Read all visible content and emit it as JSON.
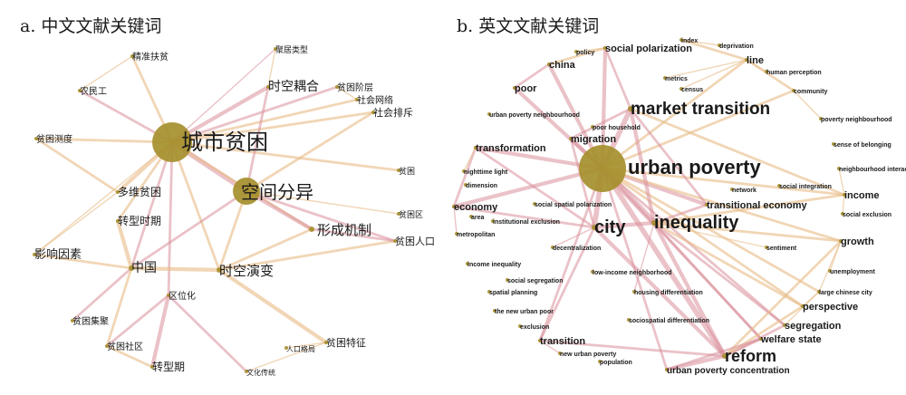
{
  "panels": [
    {
      "id": "zh",
      "title": "a. 中文文献关键词",
      "color_warm": "#e7ba86",
      "color_pink": "#d9909a",
      "node_color": "#a58f2c",
      "nodes": [
        {
          "id": "城市贫困",
          "r": 22,
          "fs": 24
        },
        {
          "id": "空间分异",
          "r": 15,
          "fs": 20
        },
        {
          "id": "形成机制",
          "r": 3,
          "fs": 15
        },
        {
          "id": "时空演变",
          "r": 3,
          "fs": 15
        },
        {
          "id": "多维贫困",
          "r": 2,
          "fs": 12
        },
        {
          "id": "转型时期",
          "r": 2,
          "fs": 12
        },
        {
          "id": "影响因素",
          "r": 2,
          "fs": 13
        },
        {
          "id": "中国",
          "r": 3,
          "fs": 14
        },
        {
          "id": "时空耦合",
          "r": 2,
          "fs": 14
        },
        {
          "id": "社会排斥",
          "r": 2,
          "fs": 11
        },
        {
          "id": "社会网络",
          "r": 2,
          "fs": 10
        },
        {
          "id": "贫困阶层",
          "r": 2,
          "fs": 10
        },
        {
          "id": "贫困人口",
          "r": 2,
          "fs": 11
        },
        {
          "id": "贫困特征",
          "r": 2,
          "fs": 11
        },
        {
          "id": "转型期",
          "r": 2,
          "fs": 12
        },
        {
          "id": "贫困社区",
          "r": 2,
          "fs": 10
        },
        {
          "id": "贫困集聚",
          "r": 2,
          "fs": 10
        },
        {
          "id": "区位化",
          "r": 2,
          "fs": 10
        },
        {
          "id": "农民工",
          "r": 2,
          "fs": 10
        },
        {
          "id": "贫困测度",
          "r": 2,
          "fs": 10
        },
        {
          "id": "精准扶贫",
          "r": 2,
          "fs": 10
        },
        {
          "id": "聚居类型",
          "r": 2,
          "fs": 9
        },
        {
          "id": "贫困区",
          "r": 2,
          "fs": 9
        },
        {
          "id": "人口格局",
          "r": 2,
          "fs": 8
        },
        {
          "id": "文化传统",
          "r": 2,
          "fs": 8
        },
        {
          "id": "贫困",
          "r": 2,
          "fs": 9
        }
      ],
      "edges": [
        [
          "城市贫困",
          "空间分异",
          "p",
          4
        ],
        [
          "城市贫困",
          "形成机制",
          "w",
          2
        ],
        [
          "城市贫困",
          "时空演变",
          "w",
          2
        ],
        [
          "城市贫困",
          "多维贫困",
          "w",
          3
        ],
        [
          "城市贫困",
          "转型时期",
          "w",
          2
        ],
        [
          "城市贫困",
          "中国",
          "p",
          2
        ],
        [
          "城市贫困",
          "时空耦合",
          "p",
          3
        ],
        [
          "城市贫困",
          "社会排斥",
          "w",
          2
        ],
        [
          "城市贫困",
          "社会网络",
          "w",
          2
        ],
        [
          "城市贫困",
          "贫困阶层",
          "p",
          2
        ],
        [
          "城市贫困",
          "农民工",
          "p",
          2
        ],
        [
          "城市贫困",
          "精准扶贫",
          "w",
          2
        ],
        [
          "城市贫困",
          "区位化",
          "p",
          2
        ],
        [
          "城市贫困",
          "影响因素",
          "w",
          1
        ],
        [
          "城市贫困",
          "贫困",
          "w",
          2
        ],
        [
          "城市贫困",
          "贫困测度",
          "w",
          2
        ],
        [
          "城市贫困",
          "聚居类型",
          "p",
          1
        ],
        [
          "空间分异",
          "形成机制",
          "p",
          3
        ],
        [
          "空间分异",
          "时空演变",
          "w",
          2
        ],
        [
          "空间分异",
          "中国",
          "p",
          2
        ],
        [
          "空间分异",
          "贫困人口",
          "p",
          2
        ],
        [
          "空间分异",
          "社会排斥",
          "w",
          2
        ],
        [
          "空间分异",
          "贫困区",
          "w",
          1
        ],
        [
          "空间分异",
          "时空耦合",
          "p",
          2
        ],
        [
          "时空演变",
          "贫困特征",
          "w",
          3
        ],
        [
          "时空演变",
          "中国",
          "w",
          3
        ],
        [
          "时空演变",
          "贫困人口",
          "w",
          2
        ],
        [
          "形成机制",
          "贫困人口",
          "p",
          2
        ],
        [
          "形成机制",
          "时空演变",
          "w",
          2
        ],
        [
          "中国",
          "转型时期",
          "w",
          3
        ],
        [
          "中国",
          "贫困集聚",
          "p",
          2
        ],
        [
          "中国",
          "贫困社区",
          "w",
          2
        ],
        [
          "中国",
          "影响因素",
          "w",
          2
        ],
        [
          "区位化",
          "转型期",
          "p",
          3
        ],
        [
          "区位化",
          "贫困社区",
          "p",
          2
        ],
        [
          "区位化",
          "文化传统",
          "p",
          2
        ],
        [
          "转型期",
          "贫困社区",
          "w",
          2
        ],
        [
          "多维贫困",
          "贫困测度",
          "w",
          2
        ],
        [
          "多维贫困",
          "影响因素",
          "w",
          1
        ],
        [
          "贫困特征",
          "人口格局",
          "w",
          1
        ],
        [
          "贫困特征",
          "文化传统",
          "w",
          1
        ],
        [
          "精准扶贫",
          "农民工",
          "w",
          1
        ],
        [
          "社会网络",
          "贫困阶层",
          "w",
          1
        ],
        [
          "时空耦合",
          "聚居类型",
          "w",
          1
        ]
      ]
    },
    {
      "id": "en",
      "title": "b. 英文文献关键词",
      "color_warm": "#e7ba86",
      "color_pink": "#d9909a",
      "node_color": "#a58f2c",
      "nodes": [
        {
          "id": "urban poverty",
          "r": 26,
          "fs": 22
        },
        {
          "id": "inequality",
          "r": 3,
          "fs": 20
        },
        {
          "id": "market transition",
          "r": 3,
          "fs": 19
        },
        {
          "id": "city",
          "r": 3,
          "fs": 20
        },
        {
          "id": "reform",
          "r": 3,
          "fs": 18
        },
        {
          "id": "transitional economy",
          "r": 2,
          "fs": 11
        },
        {
          "id": "social polarization",
          "r": 2,
          "fs": 11
        },
        {
          "id": "china",
          "r": 2,
          "fs": 11
        },
        {
          "id": "poor",
          "r": 2,
          "fs": 11
        },
        {
          "id": "migration",
          "r": 2,
          "fs": 11
        },
        {
          "id": "transformation",
          "r": 2,
          "fs": 11
        },
        {
          "id": "economy",
          "r": 2,
          "fs": 11
        },
        {
          "id": "line",
          "r": 2,
          "fs": 11
        },
        {
          "id": "income",
          "r": 2,
          "fs": 11
        },
        {
          "id": "growth",
          "r": 2,
          "fs": 11
        },
        {
          "id": "perspective",
          "r": 2,
          "fs": 11
        },
        {
          "id": "segregation",
          "r": 2,
          "fs": 11
        },
        {
          "id": "welfare state",
          "r": 2,
          "fs": 11
        },
        {
          "id": "urban poverty concentration",
          "r": 2,
          "fs": 10
        },
        {
          "id": "transition",
          "r": 2,
          "fs": 11
        },
        {
          "id": "low-income neighborhood",
          "r": 2,
          "fs": 7
        },
        {
          "id": "housing differentiation",
          "r": 2,
          "fs": 7
        },
        {
          "id": "sociospatial differentiation",
          "r": 2,
          "fs": 7
        },
        {
          "id": "decentralization",
          "r": 2,
          "fs": 7
        },
        {
          "id": "income inequality",
          "r": 2,
          "fs": 7
        },
        {
          "id": "social segregation",
          "r": 2,
          "fs": 7
        },
        {
          "id": "spatial planning",
          "r": 2,
          "fs": 7
        },
        {
          "id": "the new urban poor",
          "r": 2,
          "fs": 7
        },
        {
          "id": "exclusion",
          "r": 2,
          "fs": 7
        },
        {
          "id": "new urban poverty",
          "r": 2,
          "fs": 7
        },
        {
          "id": "population",
          "r": 2,
          "fs": 7
        },
        {
          "id": "policy",
          "r": 2,
          "fs": 7
        },
        {
          "id": "index",
          "r": 2,
          "fs": 7
        },
        {
          "id": "deprivation",
          "r": 2,
          "fs": 7
        },
        {
          "id": "metrics",
          "r": 2,
          "fs": 7
        },
        {
          "id": "census",
          "r": 2,
          "fs": 7
        },
        {
          "id": "human perception",
          "r": 2,
          "fs": 7
        },
        {
          "id": "community",
          "r": 2,
          "fs": 7
        },
        {
          "id": "poverty neighbourhood",
          "r": 2,
          "fs": 7
        },
        {
          "id": "sense of belonging",
          "r": 2,
          "fs": 7
        },
        {
          "id": "neighbourhood interaction",
          "r": 2,
          "fs": 7
        },
        {
          "id": "social integration",
          "r": 2,
          "fs": 7
        },
        {
          "id": "social exclusion",
          "r": 2,
          "fs": 7
        },
        {
          "id": "network",
          "r": 2,
          "fs": 7
        },
        {
          "id": "sentiment",
          "r": 2,
          "fs": 7
        },
        {
          "id": "unemployment",
          "r": 2,
          "fs": 7
        },
        {
          "id": "large chinese city",
          "r": 2,
          "fs": 7
        },
        {
          "id": "urban poverty neighbourhood",
          "r": 2,
          "fs": 7
        },
        {
          "id": "poor household",
          "r": 2,
          "fs": 7
        },
        {
          "id": "nighttime light",
          "r": 2,
          "fs": 7
        },
        {
          "id": "dimension",
          "r": 2,
          "fs": 7
        },
        {
          "id": "social spatial polarization",
          "r": 2,
          "fs": 7
        },
        {
          "id": "area",
          "r": 2,
          "fs": 7
        },
        {
          "id": "institutional exclusion",
          "r": 2,
          "fs": 7
        },
        {
          "id": "metropolitan",
          "r": 2,
          "fs": 7
        }
      ],
      "edges": [
        [
          "urban poverty",
          "inequality",
          "p",
          5
        ],
        [
          "urban poverty",
          "city",
          "p",
          4
        ],
        [
          "urban poverty",
          "market transition",
          "p",
          4
        ],
        [
          "urban poverty",
          "reform",
          "p",
          4
        ],
        [
          "urban poverty",
          "migration",
          "p",
          3
        ],
        [
          "urban poverty",
          "china",
          "p",
          3
        ],
        [
          "urban poverty",
          "poor",
          "p",
          3
        ],
        [
          "urban poverty",
          "transformation",
          "p",
          3
        ],
        [
          "urban poverty",
          "economy",
          "p",
          3
        ],
        [
          "urban poverty",
          "transitional economy",
          "p",
          3
        ],
        [
          "urban poverty",
          "social polarization",
          "p",
          3
        ],
        [
          "urban poverty",
          "income",
          "w",
          2
        ],
        [
          "urban poverty",
          "growth",
          "w",
          2
        ],
        [
          "urban poverty",
          "perspective",
          "w",
          2
        ],
        [
          "urban poverty",
          "segregation",
          "p",
          2
        ],
        [
          "urban poverty",
          "welfare state",
          "p",
          2
        ],
        [
          "urban poverty",
          "urban poverty concentration",
          "p",
          2
        ],
        [
          "urban poverty",
          "transition",
          "p",
          2
        ],
        [
          "urban poverty",
          "line",
          "w",
          2
        ],
        [
          "urban poverty",
          "community",
          "w",
          2
        ],
        [
          "urban poverty",
          "large chinese city",
          "w",
          2
        ],
        [
          "inequality",
          "city",
          "p",
          3
        ],
        [
          "inequality",
          "reform",
          "p",
          3
        ],
        [
          "inequality",
          "market transition",
          "p",
          3
        ],
        [
          "inequality",
          "transitional economy",
          "p",
          2
        ],
        [
          "inequality",
          "growth",
          "w",
          2
        ],
        [
          "inequality",
          "income",
          "w",
          2
        ],
        [
          "inequality",
          "segregation",
          "p",
          2
        ],
        [
          "inequality",
          "welfare state",
          "p",
          2
        ],
        [
          "inequality",
          "perspective",
          "w",
          2
        ],
        [
          "inequality",
          "sentiment",
          "w",
          1
        ],
        [
          "inequality",
          "housing differentiation",
          "p",
          1
        ],
        [
          "city",
          "reform",
          "p",
          3
        ],
        [
          "city",
          "transformation",
          "p",
          2
        ],
        [
          "city",
          "economy",
          "p",
          2
        ],
        [
          "city",
          "migration",
          "p",
          2
        ],
        [
          "city",
          "decentralization",
          "p",
          1
        ],
        [
          "city",
          "transition",
          "p",
          2
        ],
        [
          "reform",
          "urban poverty concentration",
          "p",
          3
        ],
        [
          "reform",
          "segregation",
          "p",
          2
        ],
        [
          "reform",
          "welfare state",
          "p",
          2
        ],
        [
          "reform",
          "perspective",
          "w",
          2
        ],
        [
          "reform",
          "growth",
          "w",
          2
        ],
        [
          "reform",
          "transition",
          "p",
          2
        ],
        [
          "market transition",
          "income",
          "w",
          2
        ],
        [
          "market transition",
          "transitional economy",
          "p",
          2
        ],
        [
          "market transition",
          "migration",
          "p",
          2
        ],
        [
          "line",
          "index",
          "w",
          2
        ],
        [
          "line",
          "human perception",
          "w",
          1
        ],
        [
          "line",
          "community",
          "w",
          2
        ],
        [
          "line",
          "census",
          "w",
          1
        ],
        [
          "line",
          "metrics",
          "w",
          1
        ],
        [
          "index",
          "deprivation",
          "w",
          1
        ],
        [
          "community",
          "poverty neighbourhood",
          "w",
          1
        ],
        [
          "income",
          "social exclusion",
          "w",
          1
        ],
        [
          "income",
          "neighbourhood interaction",
          "w",
          1
        ],
        [
          "growth",
          "unemployment",
          "w",
          1
        ],
        [
          "growth",
          "large chinese city",
          "w",
          1
        ],
        [
          "perspective",
          "large chinese city",
          "w",
          1
        ],
        [
          "china",
          "poor",
          "p",
          2
        ],
        [
          "china",
          "social polarization",
          "w",
          2
        ],
        [
          "social polarization",
          "policy",
          "w",
          1
        ],
        [
          "social polarization",
          "market transition",
          "p",
          2
        ],
        [
          "economy",
          "transformation",
          "p",
          2
        ],
        [
          "economy",
          "metropolitan",
          "p",
          1
        ],
        [
          "transformation",
          "nighttime light",
          "w",
          1
        ],
        [
          "segregation",
          "large chinese city",
          "w",
          1
        ],
        [
          "transition",
          "new urban poverty",
          "p",
          1
        ],
        [
          "welfare state",
          "urban poverty concentration",
          "p",
          2
        ]
      ]
    }
  ]
}
